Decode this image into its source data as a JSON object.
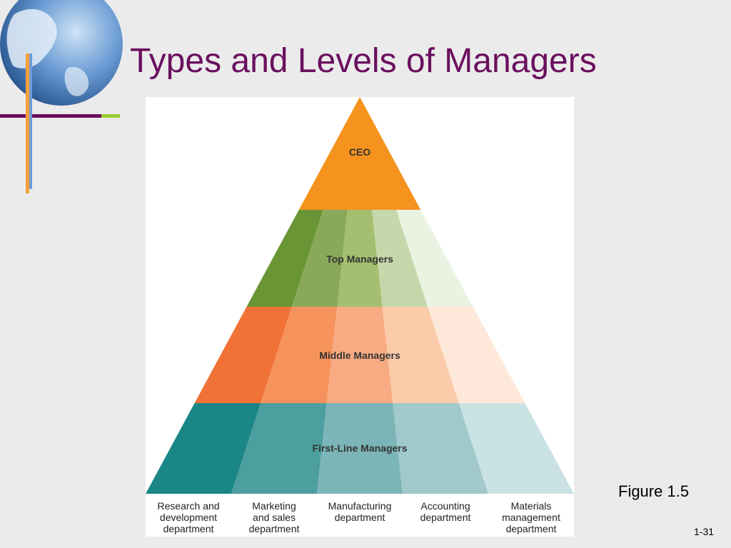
{
  "slide": {
    "title": "Types and Levels of Managers",
    "figure_caption": "Figure 1.5",
    "slide_number": "1-31"
  },
  "pyramid": {
    "levels": [
      {
        "id": "ceo",
        "label": "CEO"
      },
      {
        "id": "top",
        "label": "Top Managers"
      },
      {
        "id": "middle",
        "label": "Middle Managers"
      },
      {
        "id": "first",
        "label": "First-Line Managers"
      }
    ],
    "departments": [
      {
        "id": "rd",
        "lines": [
          "Research and",
          "development",
          "department"
        ]
      },
      {
        "id": "marketing",
        "lines": [
          "Marketing",
          "and sales",
          "department"
        ]
      },
      {
        "id": "manufacturing",
        "lines": [
          "Manufacturing",
          "department"
        ]
      },
      {
        "id": "accounting",
        "lines": [
          "Accounting",
          "department"
        ]
      },
      {
        "id": "materials",
        "lines": [
          "Materials",
          "management",
          "department"
        ]
      }
    ],
    "colors": {
      "ceo": "#f5931e",
      "top": [
        "#6a9535",
        "#88a95a",
        "#a4bf70",
        "#c6d7ab",
        "#eaf3e2"
      ],
      "middle": [
        "#f07236",
        "#f6935c",
        "#f8ab82",
        "#fbcba9",
        "#fde8da"
      ],
      "first": [
        "#1a8686",
        "#4d9e9f",
        "#7cb5b7",
        "#a1c9cb",
        "#cbe2e4"
      ]
    }
  }
}
